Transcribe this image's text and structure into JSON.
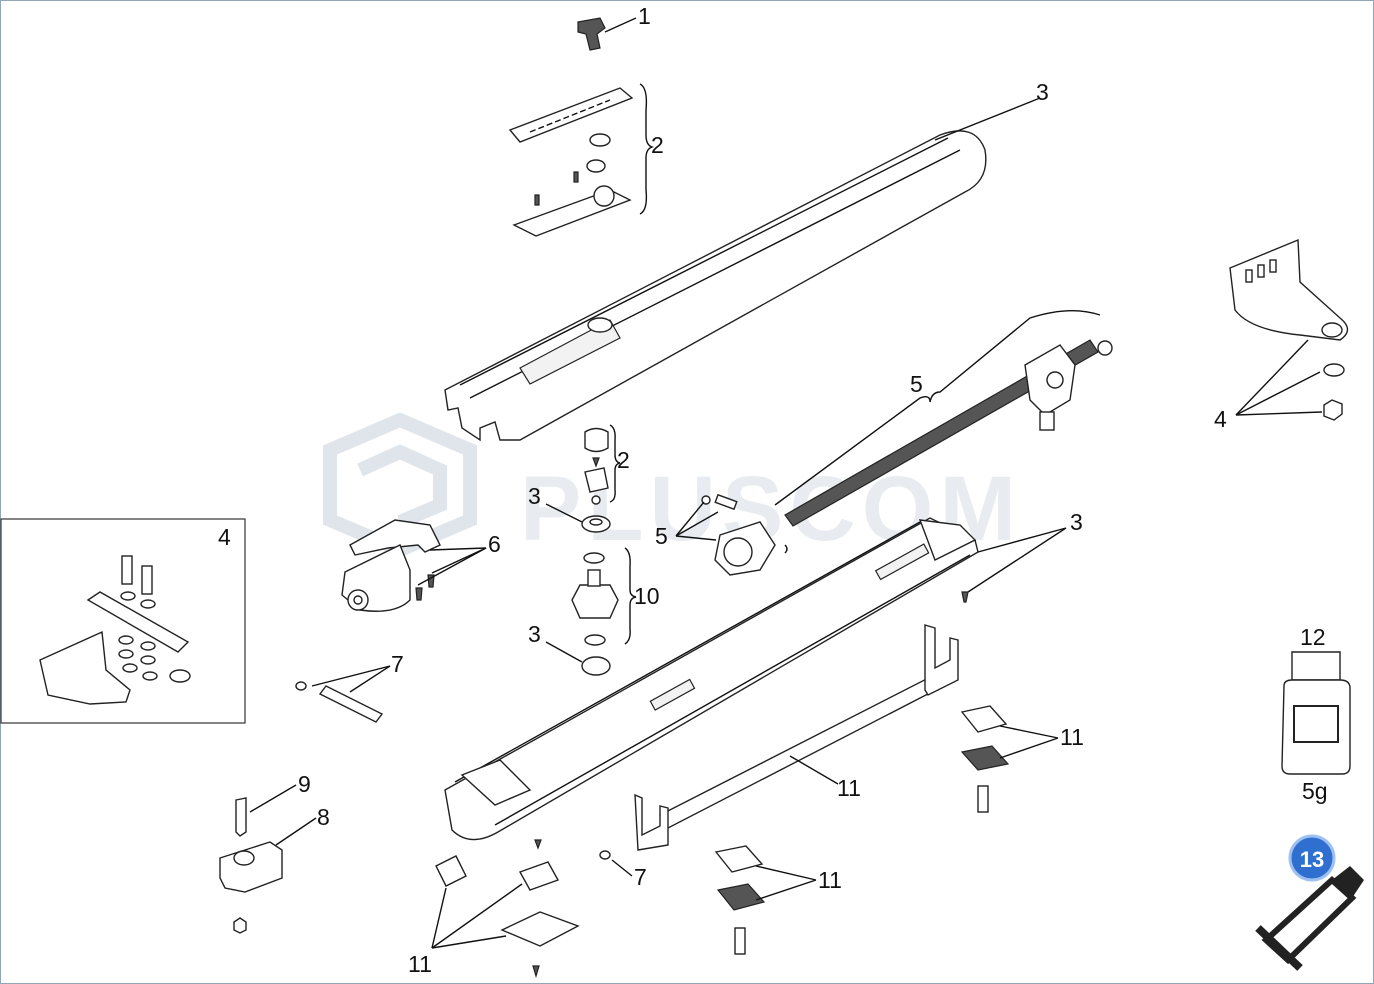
{
  "watermark": {
    "text": "PLUSCOM"
  },
  "callouts": {
    "c1": "1",
    "c2a": "2",
    "c2b": "2",
    "c3a": "3",
    "c3b": "3",
    "c3c": "3",
    "c3d": "3",
    "c4a": "4",
    "c4b": "4",
    "c5a": "5",
    "c5b": "5",
    "c6": "6",
    "c7a": "7",
    "c7b": "7",
    "c8": "8",
    "c9": "9",
    "c10": "10",
    "c11a": "11",
    "c11b": "11",
    "c11c": "11",
    "c11d": "11",
    "c12": "12",
    "c13": "13"
  },
  "grease_jar": {
    "label": "5g"
  },
  "icons": [
    "grease-jar-icon",
    "grease-tube-icon"
  ]
}
